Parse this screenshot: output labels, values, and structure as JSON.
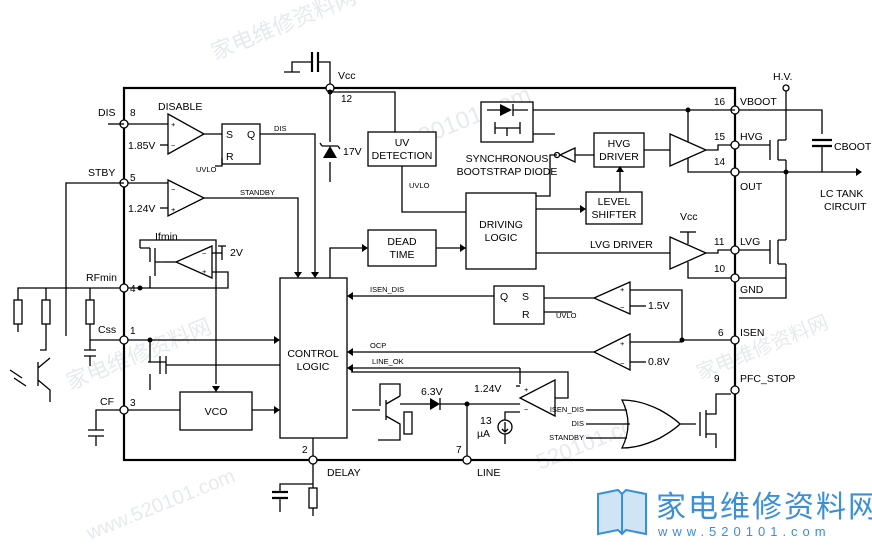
{
  "pins": {
    "dis": {
      "name": "DIS",
      "num": "8"
    },
    "stby": {
      "name": "STBY",
      "num": "5"
    },
    "rfmin": {
      "name": "RFmin",
      "num": "4"
    },
    "css": {
      "name": "Css",
      "num": "1"
    },
    "cf": {
      "name": "CF",
      "num": "3"
    },
    "vcc": {
      "name": "Vcc",
      "num": "12"
    },
    "delay": {
      "name": "DELAY",
      "num": "2"
    },
    "line": {
      "name": "LINE",
      "num": "7"
    },
    "vboot": {
      "name": "VBOOT",
      "num": "16"
    },
    "hvg": {
      "name": "HVG",
      "num": "15"
    },
    "out": {
      "name": "OUT",
      "num": "14"
    },
    "lvg": {
      "name": "LVG",
      "num": "11"
    },
    "gnd": {
      "name": "GND",
      "num": "10"
    },
    "isen": {
      "name": "ISEN",
      "num": "6"
    },
    "pfc_stop": {
      "name": "PFC_STOP",
      "num": "9"
    }
  },
  "blocks": {
    "disable": "DISABLE",
    "uv_detection": [
      "UV",
      "DETECTION"
    ],
    "hvg_driver": [
      "HVG",
      "DRIVER"
    ],
    "level_shifter": [
      "LEVEL",
      "SHIFTER"
    ],
    "driving_logic": [
      "DRIVING",
      "LOGIC"
    ],
    "dead_time": [
      "DEAD",
      "TIME"
    ],
    "control_logic": [
      "CONTROL",
      "LOGIC"
    ],
    "vco": "VCO",
    "bootstrap_diode": [
      "SYNCHRONOUS",
      "BOOTSTRAP DIODE"
    ],
    "lvg_driver": "LVG DRIVER",
    "lc_tank": [
      "LC TANK",
      "CIRCUIT"
    ]
  },
  "labels": {
    "v185": "1.85V",
    "v124a": "1.24V",
    "v124b": "1.24V",
    "v2": "2V",
    "v15": "1.5V",
    "v08": "0.8V",
    "v17": "17V",
    "v63": "6.3V",
    "i13": [
      "13",
      "µA"
    ],
    "ifmin": "Ifmin",
    "hv": "H.V.",
    "cboot": "CBOOT",
    "vcc_top": "Vcc",
    "vcc_lvg": "Vcc",
    "sig_dis": "DIS",
    "sig_standby": "STANDBY",
    "sig_uvlo1": "UVLO",
    "sig_uvlo2": "UVLO",
    "sig_uvlo3": "UVLO",
    "sig_isen_dis": "ISEN_DIS",
    "sig_ocp": "OCP",
    "sig_line_ok": "LINE_OK",
    "sr_s": "S",
    "sr_q": "Q",
    "sr_r": "R",
    "or_in1": "ISEN_DIS",
    "or_in2": "DIS",
    "or_in3": "STANDBY"
  },
  "watermarks": [
    "家电维修资料网",
    "520101.com",
    "www.520101.com",
    "家电维修资料网",
    "520101.com",
    "家电维修资料网"
  ],
  "brand": {
    "name": "家电维修资料网",
    "url": "www.520101.com",
    "color": "#3a8fd9"
  }
}
